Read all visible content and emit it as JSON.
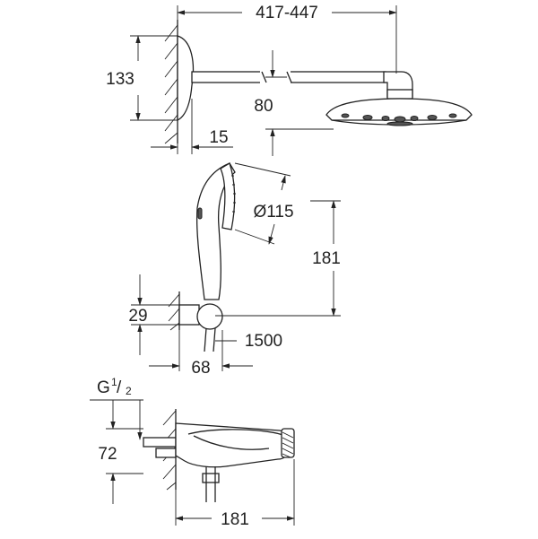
{
  "dimensions": {
    "overall_length": "417-447",
    "head_wall_height": "133",
    "head_drop": "80",
    "plate_offset": "15",
    "hand_diameter": "Ø115",
    "hand_height": "181",
    "holder_height": "29",
    "hose_length": "1500",
    "holder_depth": "68",
    "thread_prefix": "G",
    "thread_num": "1",
    "thread_den": "2",
    "thermo_height": "72",
    "thermo_length": "181"
  }
}
